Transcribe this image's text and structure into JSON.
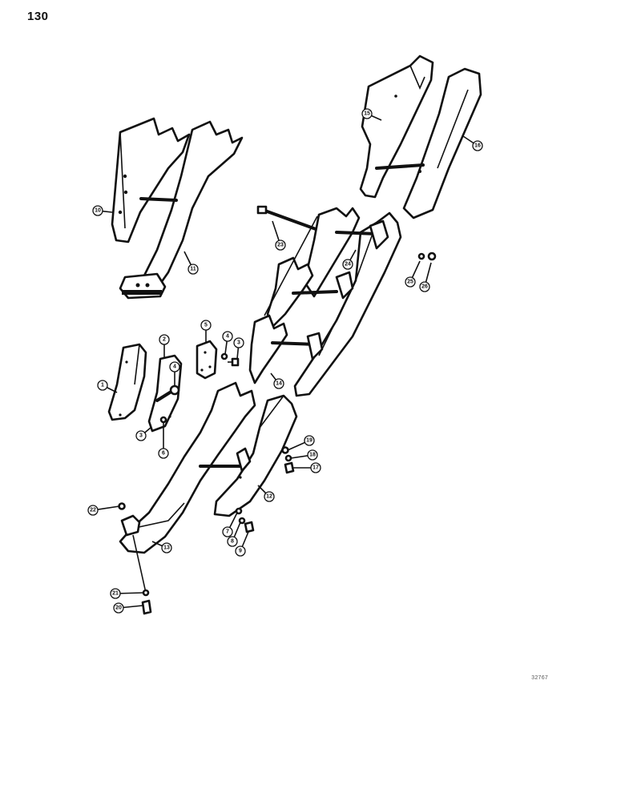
{
  "page_number": "130",
  "illustration_code": "32767",
  "callouts": [
    "1",
    "2",
    "3",
    "4",
    "3",
    "5",
    "6",
    "7",
    "8",
    "9",
    "10",
    "11",
    "12",
    "13",
    "14",
    "15",
    "16",
    "17",
    "18",
    "19",
    "20",
    "21",
    "22",
    "23",
    "24",
    "25",
    "26"
  ]
}
